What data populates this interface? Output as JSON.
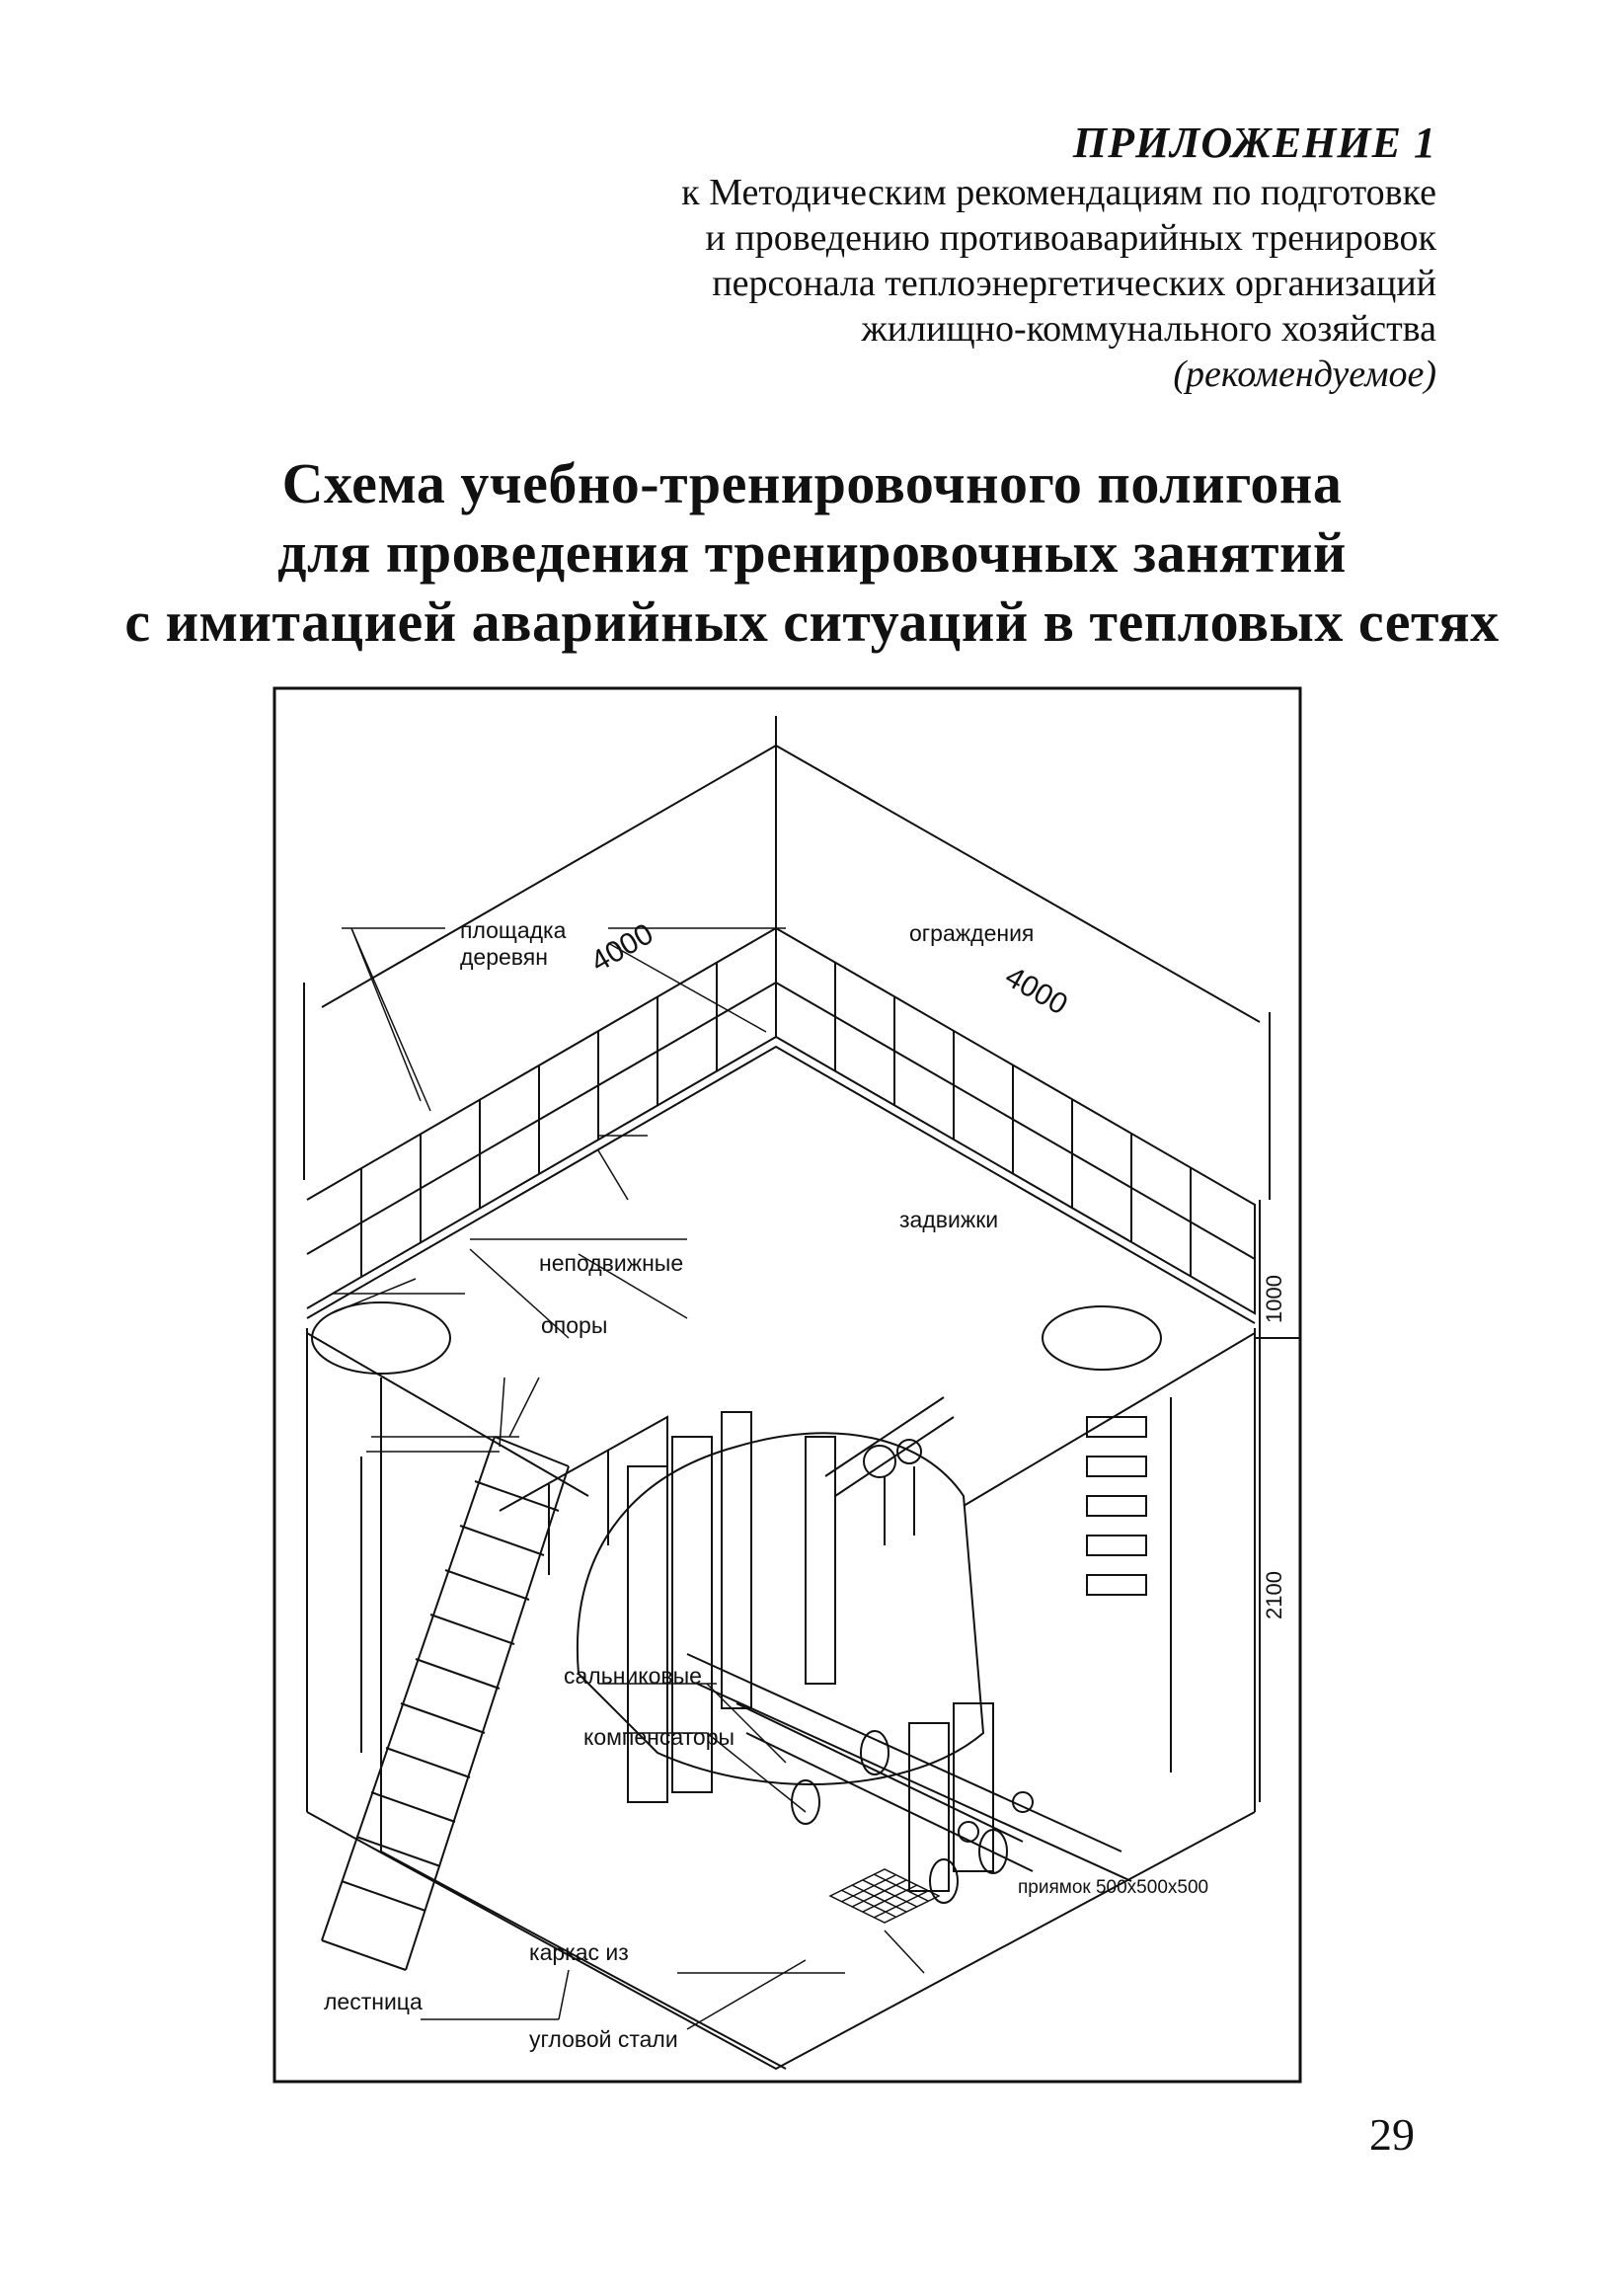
{
  "appendix": {
    "heading": "ПРИЛОЖЕНИЕ 1",
    "lines": [
      "к Методическим рекомендациям по подготовке",
      "и проведению противоаварийных тренировок",
      "персонала теплоэнергетических организаций",
      "жилищно-коммунального хозяйства"
    ],
    "note": "(рекомендуемое)"
  },
  "title": {
    "lines": [
      "Схема учебно-тренировочного полигона",
      "для проведения тренировочных занятий",
      "с имитацией аварийных ситуаций в тепловых сетях"
    ]
  },
  "diagram": {
    "dimensions": {
      "left_width": "4000",
      "right_width": "4000",
      "fence_height": "1000",
      "pit_height": "2100"
    },
    "labels": {
      "platform_1": "площадка",
      "platform_2": "деревян",
      "fence": "ограждения",
      "valves": "задвижки",
      "fixed_1": "неподвижные",
      "fixed_2": "опоры",
      "gland_1": "сальниковые",
      "gland_2": "компенсаторы",
      "sump": "приямок 500х500х500",
      "frame_1": "каркас из",
      "frame_2": "угловой стали",
      "ladder": "лестница"
    }
  },
  "page_number": "29"
}
